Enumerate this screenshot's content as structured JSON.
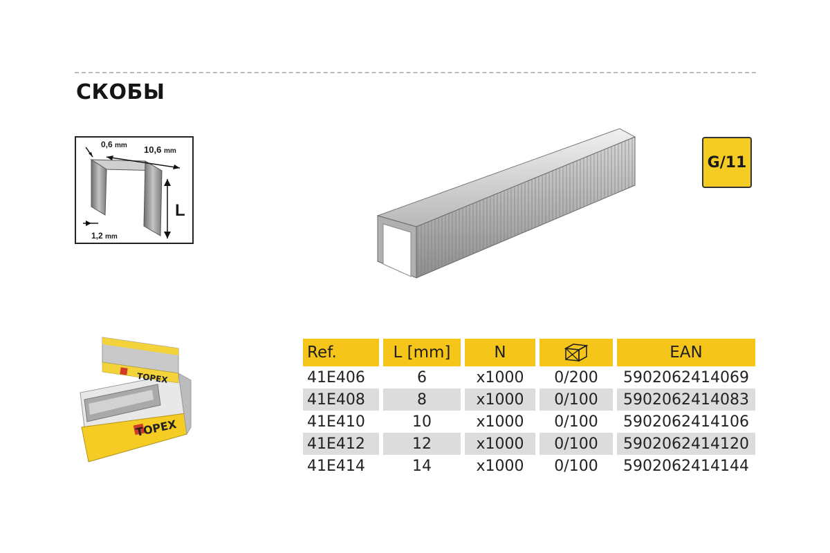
{
  "page": {
    "title": "СКОБЫ"
  },
  "diagram": {
    "thickness": "0,6",
    "width": "10,6",
    "gap": "1,2",
    "unit": "mm",
    "length_symbol": "L"
  },
  "badge": {
    "label": "G/11"
  },
  "packaging": {
    "brand": "TOPEX"
  },
  "table": {
    "headers": {
      "ref": "Ref.",
      "length": "L [mm]",
      "count": "N",
      "pack_icon": "box-icon",
      "ean": "EAN"
    },
    "rows": [
      {
        "ref": "41E406",
        "length": "6",
        "count": "x1000",
        "pack": "0/200",
        "ean": "5902062414069"
      },
      {
        "ref": "41E408",
        "length": "8",
        "count": "x1000",
        "pack": "0/100",
        "ean": "5902062414083"
      },
      {
        "ref": "41E410",
        "length": "10",
        "count": "x1000",
        "pack": "0/100",
        "ean": "5902062414106"
      },
      {
        "ref": "41E412",
        "length": "12",
        "count": "x1000",
        "pack": "0/100",
        "ean": "5902062414120"
      },
      {
        "ref": "41E414",
        "length": "14",
        "count": "x1000",
        "pack": "0/100",
        "ean": "5902062414144"
      }
    ]
  },
  "colors": {
    "accent": "#f6c51a",
    "row_shade": "#dcdcdc",
    "text": "#1a1a1a"
  }
}
